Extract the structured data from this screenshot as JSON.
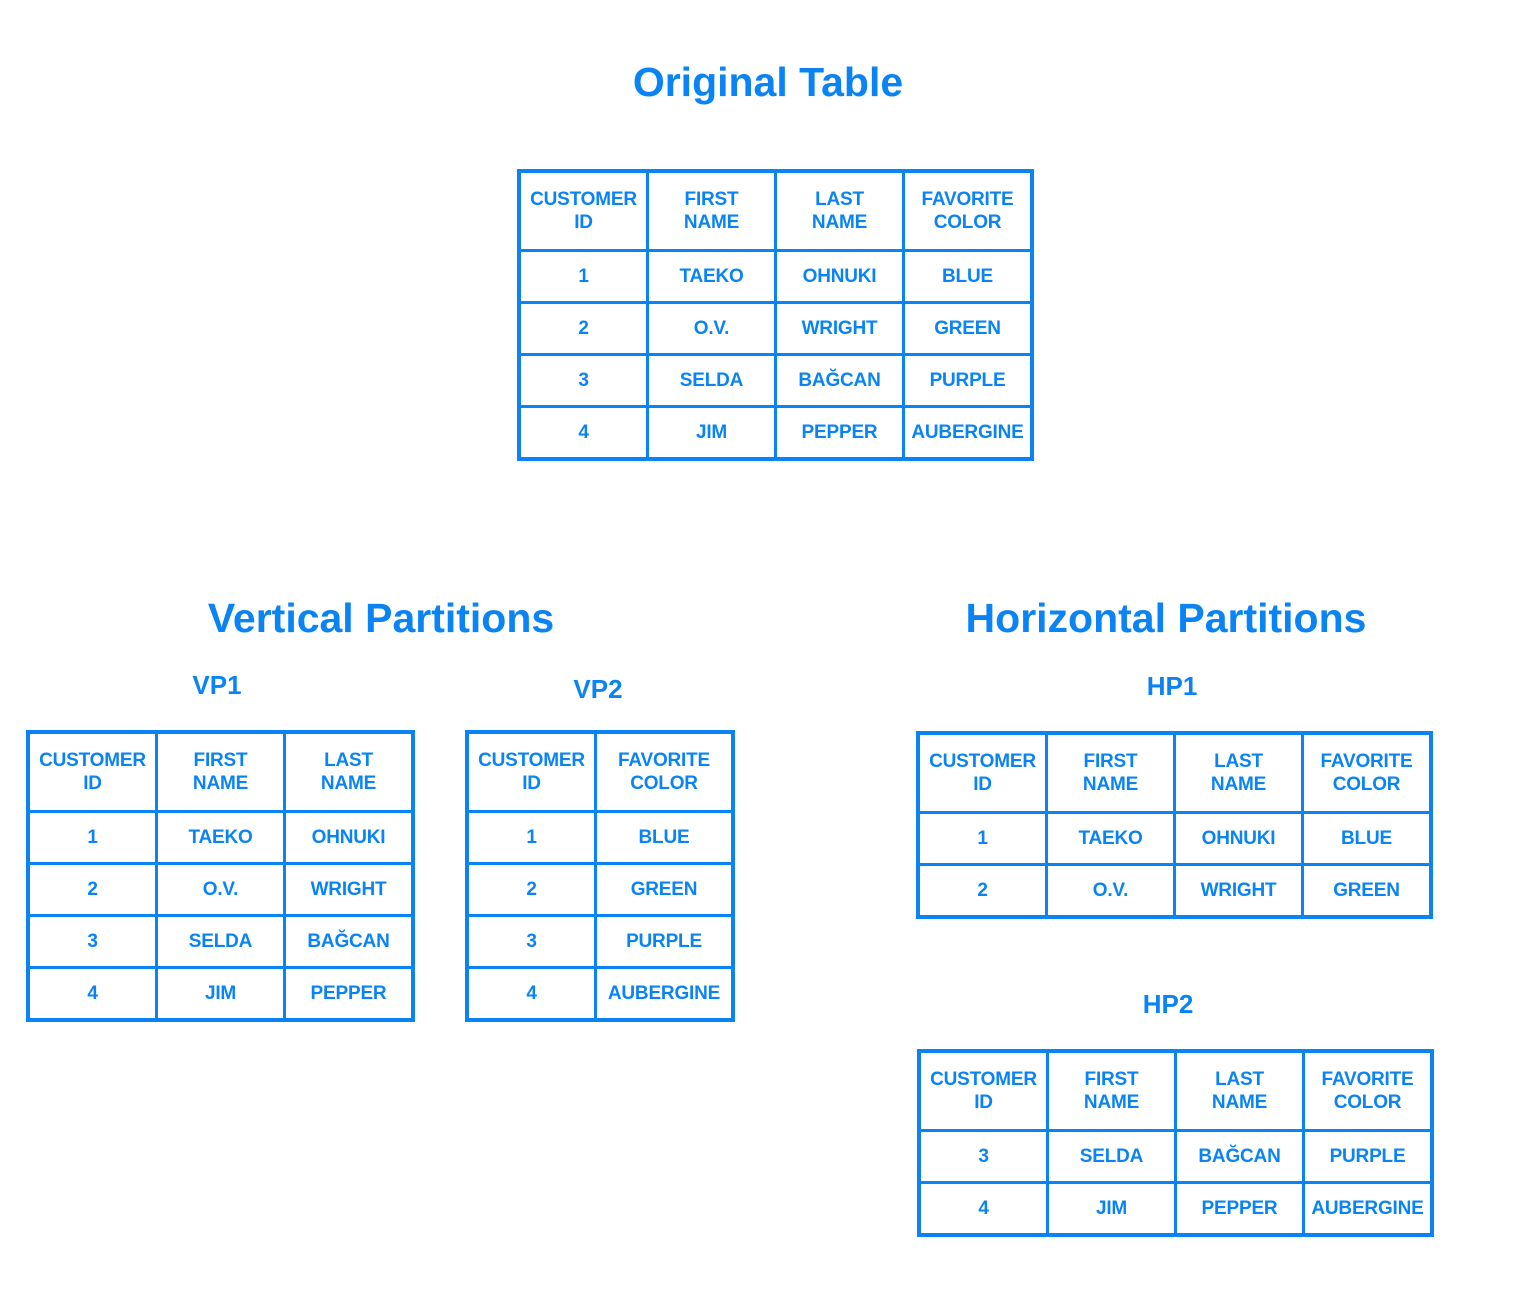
{
  "headings": {
    "original": "Original Table",
    "vertical": "Vertical Partitions",
    "horizontal": "Horizontal Partitions",
    "vp1": "VP1",
    "vp2": "VP2",
    "hp1": "HP1",
    "hp2": "HP2"
  },
  "columns": {
    "id": [
      "CUSTOMER",
      "ID"
    ],
    "first": [
      "FIRST",
      "NAME"
    ],
    "last": [
      "LAST",
      "NAME"
    ],
    "color": [
      "FAVORITE",
      "COLOR"
    ]
  },
  "rows": [
    {
      "id": "1",
      "first": "TAEKO",
      "last": "OHNUKI",
      "color": "BLUE"
    },
    {
      "id": "2",
      "first": "O.V.",
      "last": "WRIGHT",
      "color": "GREEN"
    },
    {
      "id": "3",
      "first": "SELDA",
      "last": "BAĞCAN",
      "color": "PURPLE"
    },
    {
      "id": "4",
      "first": "JIM",
      "last": "PEPPER",
      "color": "AUBERGINE"
    }
  ]
}
